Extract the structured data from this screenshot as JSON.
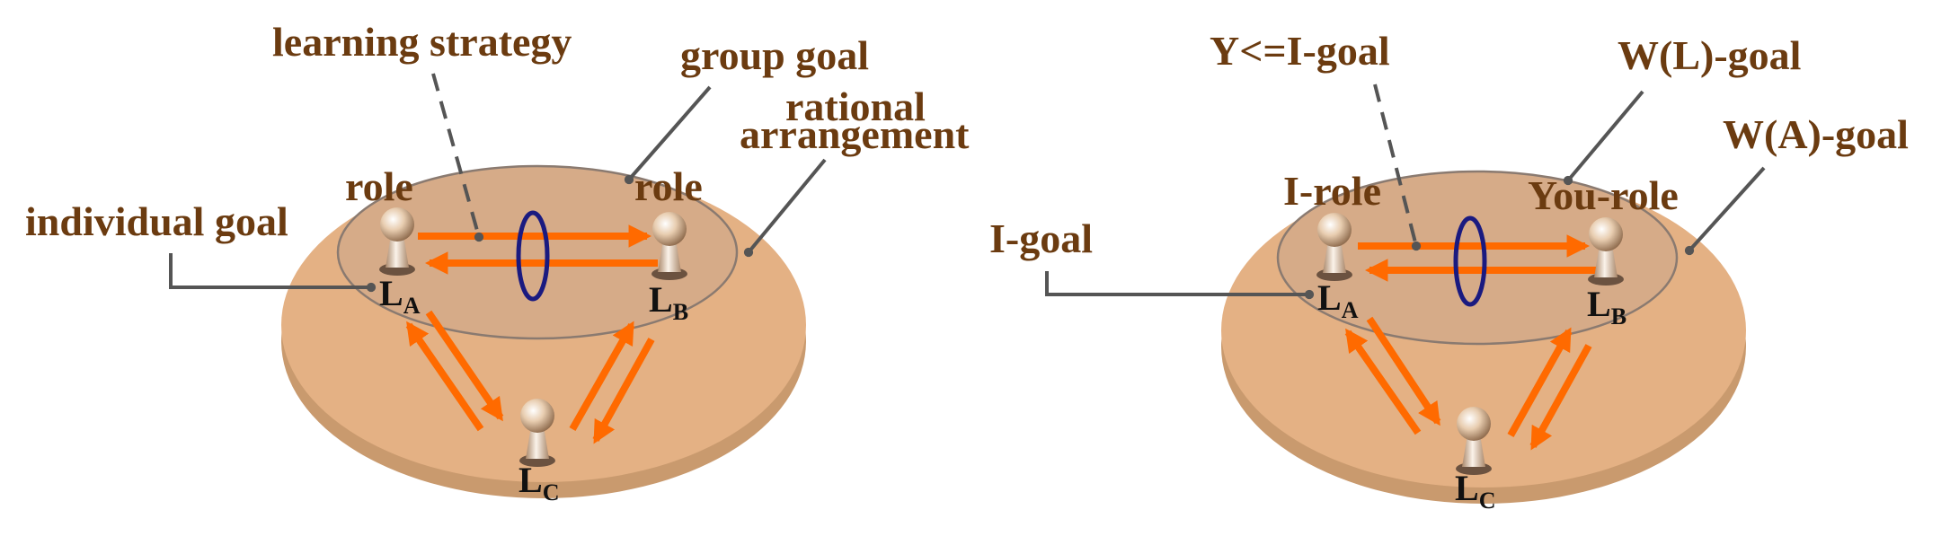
{
  "colors": {
    "disc_top": "#e4b184",
    "disc_side": "#c99a6e",
    "inner_ellipse": "#d6ab88",
    "arrow": "#ff6a00",
    "ring": "#1a1a80",
    "label_text": "#6b3b10",
    "node_text": "#111111",
    "leader_line": "#555555"
  },
  "left": {
    "learning_strategy": "learning strategy",
    "group_goal": "group goal",
    "rational": "rational",
    "arrangement": "arrangement",
    "role_a": "role",
    "role_b": "role",
    "individual_goal": "individual goal",
    "node_a": "L",
    "node_a_sub": "A",
    "node_b": "L",
    "node_b_sub": "B",
    "node_c": "L",
    "node_c_sub": "C"
  },
  "right": {
    "y_goal": "Y<=I-goal",
    "wl_goal": "W(L)-goal",
    "wa_goal": "W(A)-goal",
    "i_role": "I-role",
    "you_role": "You-role",
    "i_goal": "I-goal",
    "node_a": "L",
    "node_a_sub": "A",
    "node_b": "L",
    "node_b_sub": "B",
    "node_c": "L",
    "node_c_sub": "C"
  }
}
